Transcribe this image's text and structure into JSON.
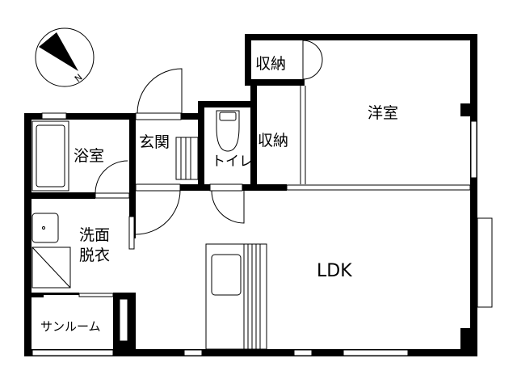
{
  "plan": {
    "compass_label": "N",
    "rooms": {
      "western_room": "洋室",
      "storage_top": "収納",
      "storage_mid": "収納",
      "entrance": "玄関",
      "toilet": "トイレ",
      "bathroom": "浴室",
      "washroom_line1": "洗面",
      "washroom_line2": "脱衣",
      "sunroom": "サンルーム",
      "ldk": "LDK"
    },
    "colors": {
      "wall": "#000000",
      "background": "#ffffff"
    }
  }
}
